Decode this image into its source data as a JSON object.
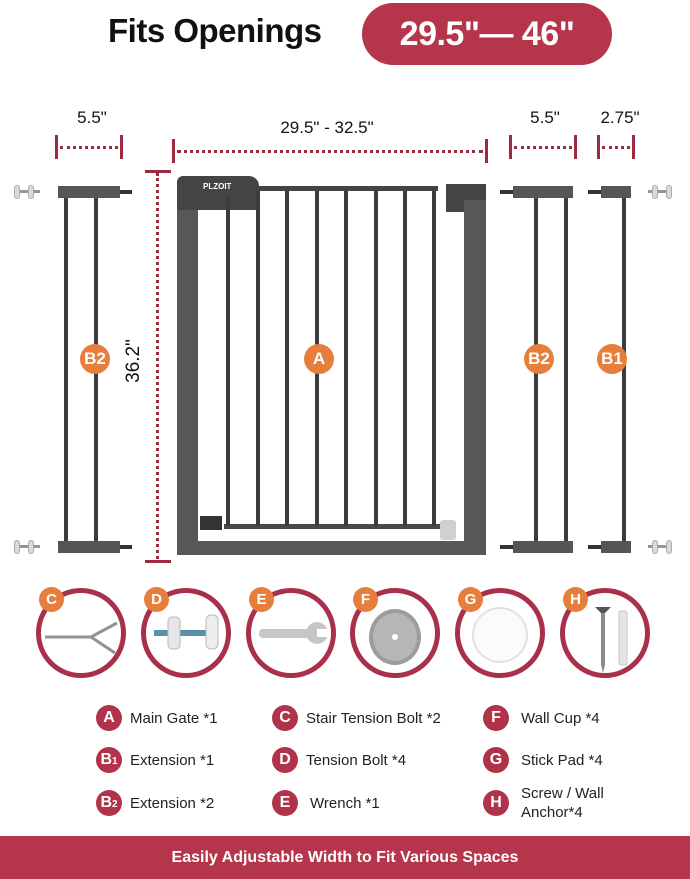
{
  "header": {
    "title": "Fits Openings",
    "range": "29.5\"— 46\""
  },
  "dimensions": {
    "left_extension_width": "5.5\"",
    "main_gate_width": "29.5\" - 32.5\"",
    "right_extension_b2_width": "5.5\"",
    "right_extension_b1_width": "2.75\"",
    "height": "36.2\""
  },
  "diagram": {
    "brand_label": "PLZOIT",
    "part_labels": {
      "main_gate": "A",
      "extension_left": "B2",
      "extension_right_b2": "B2",
      "extension_right_b1": "B1"
    }
  },
  "accessories": [
    {
      "letter": "C",
      "icon": "stair-tension-bolt-icon"
    },
    {
      "letter": "D",
      "icon": "tension-bolt-icon"
    },
    {
      "letter": "E",
      "icon": "wrench-icon"
    },
    {
      "letter": "F",
      "icon": "wall-cup-icon"
    },
    {
      "letter": "G",
      "icon": "stick-pad-icon"
    },
    {
      "letter": "H",
      "icon": "screw-wall-anchor-icon"
    }
  ],
  "legend": [
    {
      "badge": "A",
      "sub": "",
      "text": "Main Gate *1"
    },
    {
      "badge": "B",
      "sub": "1",
      "text": "Extension *1"
    },
    {
      "badge": "B",
      "sub": "2",
      "text": "Extension *2"
    },
    {
      "badge": "C",
      "sub": "",
      "text": "Stair Tension Bolt *2"
    },
    {
      "badge": "D",
      "sub": "",
      "text": "Tension Bolt *4"
    },
    {
      "badge": "E",
      "sub": "",
      "text": "Wrench *1"
    },
    {
      "badge": "F",
      "sub": "",
      "text": "Wall Cup *4"
    },
    {
      "badge": "G",
      "sub": "",
      "text": "Stick Pad *4"
    },
    {
      "badge": "H",
      "sub": "",
      "text": "Screw / Wall Anchor*4"
    }
  ],
  "footer": {
    "text": "Easily Adjustable Width to Fit Various Spaces"
  },
  "colors": {
    "brand_red": "#b5364b",
    "dimension_line": "#9c2b42",
    "badge_orange": "#e67e3c",
    "gate_gray": "#57575a"
  }
}
